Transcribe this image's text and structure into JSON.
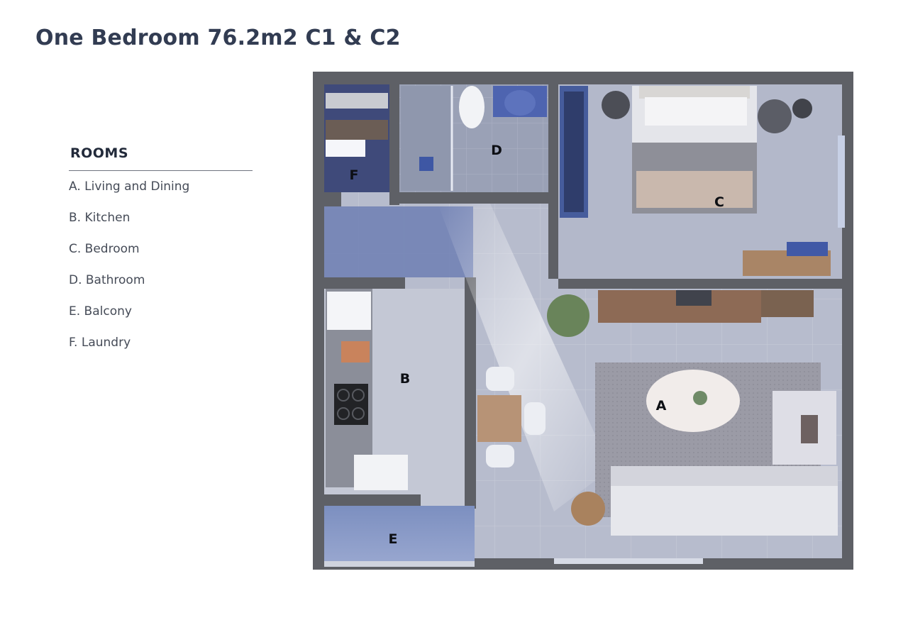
{
  "title": "One Bedroom 76.2m2 C1 & C2",
  "legend": {
    "heading": "ROOMS",
    "items": [
      "A. Living and Dining",
      "B. Kitchen",
      "C. Bedroom",
      "D. Bathroom",
      "E. Balcony",
      "F. Laundry"
    ]
  },
  "plan": {
    "labels": {
      "A": "A",
      "B": "B",
      "C": "C",
      "D": "D",
      "E": "E",
      "F": "F"
    }
  }
}
